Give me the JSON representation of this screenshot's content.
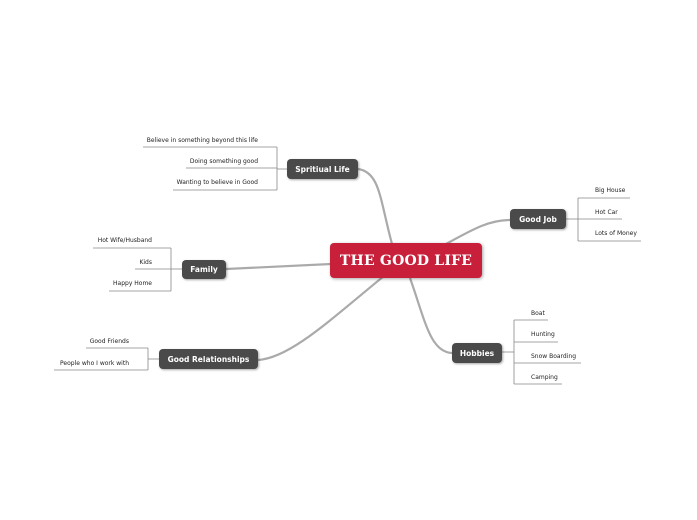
{
  "central": {
    "label": "THE GOOD LIFE"
  },
  "branches": {
    "spiritual": {
      "label": "Spritiual Life",
      "items": [
        "Believe in something beyond this life",
        "Doing something good",
        "Wanting to believe in Good"
      ]
    },
    "family": {
      "label": "Family",
      "items": [
        "Hot Wife/Husband",
        "Kids",
        "Happy Home"
      ]
    },
    "relationships": {
      "label": "Good Relationships",
      "items": [
        "Good Friends",
        "People who I work with"
      ]
    },
    "job": {
      "label": "Good Job",
      "items": [
        "Big House",
        "Hot Car",
        "Lots of Money"
      ]
    },
    "hobbies": {
      "label": "Hobbies",
      "items": [
        "Boat",
        "Hunting",
        "Snow Boarding",
        "Camping"
      ]
    }
  },
  "colors": {
    "central": "#c8203a",
    "node": "#4a4a4a",
    "connector": "#aaaaaa",
    "leaf_line": "#888888"
  }
}
